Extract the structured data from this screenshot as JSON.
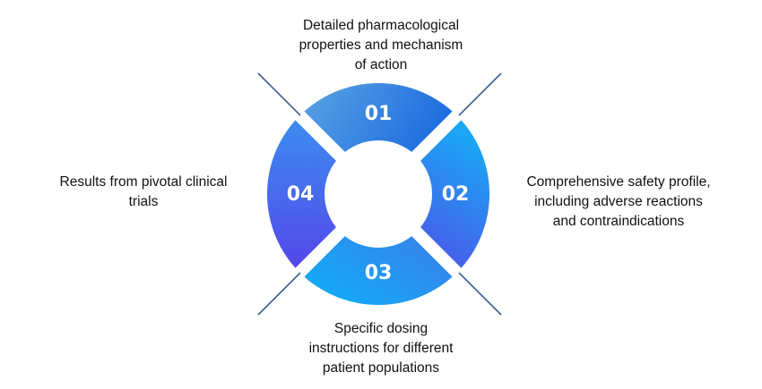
{
  "segments": [
    {
      "number": "01",
      "text": "Detailed pharmacological\nproperties and mechanism\nof action",
      "gradient": [
        "#5aa2e3",
        "#1f6fe0"
      ]
    },
    {
      "number": "02",
      "text": "Comprehensive safety profile,\nincluding adverse reactions\nand contraindications",
      "gradient": [
        "#4f52e8",
        "#1aa6f5"
      ]
    },
    {
      "number": "03",
      "text": "Specific dosing\ninstructions for different\npatient populations",
      "gradient": [
        "#14aaf8",
        "#3a7ee8"
      ]
    },
    {
      "number": "04",
      "text": "Results from pivotal clinical\ntrials",
      "gradient": [
        "#3d8cf0",
        "#5248ea"
      ]
    }
  ],
  "colors": {
    "connector_line": "#3d5f8f"
  }
}
